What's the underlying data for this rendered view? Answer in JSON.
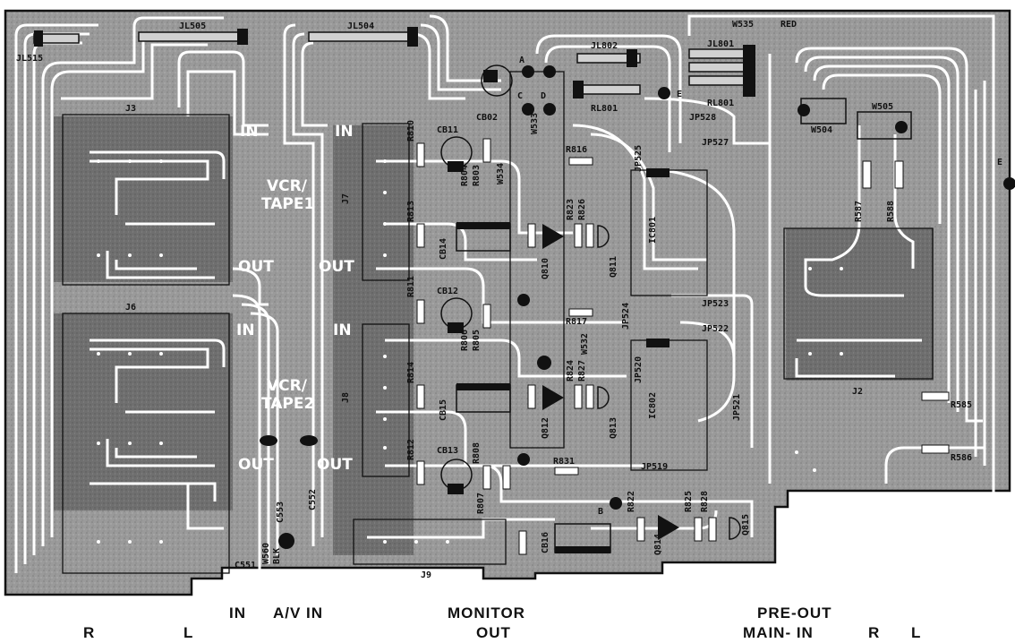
{
  "board_labels": {
    "jacks": [
      "J3",
      "J6",
      "J7",
      "J8",
      "J9",
      "J2"
    ],
    "j3_in": "IN",
    "j3_out": "OUT",
    "j6_in": "IN",
    "j6_out": "OUT",
    "j7_in": "IN",
    "j7_out": "OUT",
    "j8_in": "IN",
    "j8_out": "OUT",
    "vcr_tape1": [
      "VCR/",
      "TAPE1"
    ],
    "vcr_tape2": [
      "VCR/",
      "TAPE2"
    ],
    "w535": "W535",
    "red": "RED",
    "w560": [
      "W560",
      "BLK"
    ]
  },
  "component_labels": {
    "jl515": "JL515",
    "jl505": "JL505",
    "jl504": "JL504",
    "jl802": "JL802",
    "jl801": "JL801",
    "rl801": "RL801",
    "rl801b": "RL801",
    "cb11": "CB11",
    "cb12": "CB12",
    "cb13": "CB13",
    "cb02": "CB02",
    "r810": "R810",
    "r813": "R813",
    "r811": "R811",
    "r814": "R814",
    "r812": "R812",
    "r816": "R816",
    "r817": "R817",
    "r831": "R831",
    "r804": "R804",
    "r803": "R803",
    "r805": "R805",
    "r806": "R806",
    "r807": "R807",
    "r808": "R808",
    "r822": "R822",
    "r823": "R823",
    "r824": "R824",
    "r825": "R825",
    "r826": "R826",
    "r827": "R827",
    "r828": "R828",
    "r587": "R587",
    "r588": "R588",
    "r585": "R585",
    "r586": "R586",
    "ic801": "IC801",
    "ic802": "IC802",
    "q810": "Q810",
    "q811": "Q811",
    "q812": "Q812",
    "q813": "Q813",
    "q814": "Q814",
    "q815": "Q815",
    "cb14": "CB14",
    "cb15": "CB15",
    "cb16": "CB16",
    "jp528": "JP528",
    "jp527": "JP527",
    "jp525": "JP525",
    "jp523": "JP523",
    "jp522": "JP522",
    "jp524": "JP524",
    "jp520": "JP520",
    "jp521": "JP521",
    "jp519": "JP519",
    "w504": "W504",
    "w505": "W505",
    "w533": "W533",
    "w534": "W534",
    "w532": "W532",
    "c553": "C553",
    "c552": "C552",
    "c551": "C551",
    "pt_a": "A",
    "pt_b": "B",
    "pt_c": "C",
    "pt_d": "D",
    "pt_e": "E",
    "pt_e2": "E"
  },
  "bottom_labels": {
    "r_left": "R",
    "l_left": "L",
    "in": "IN",
    "av_in": "A/V IN",
    "monitor": "MONITOR",
    "out": "OUT",
    "pre_out": "PRE-OUT",
    "main_in": "MAIN- IN",
    "r_right": "R",
    "l_right": "L"
  }
}
